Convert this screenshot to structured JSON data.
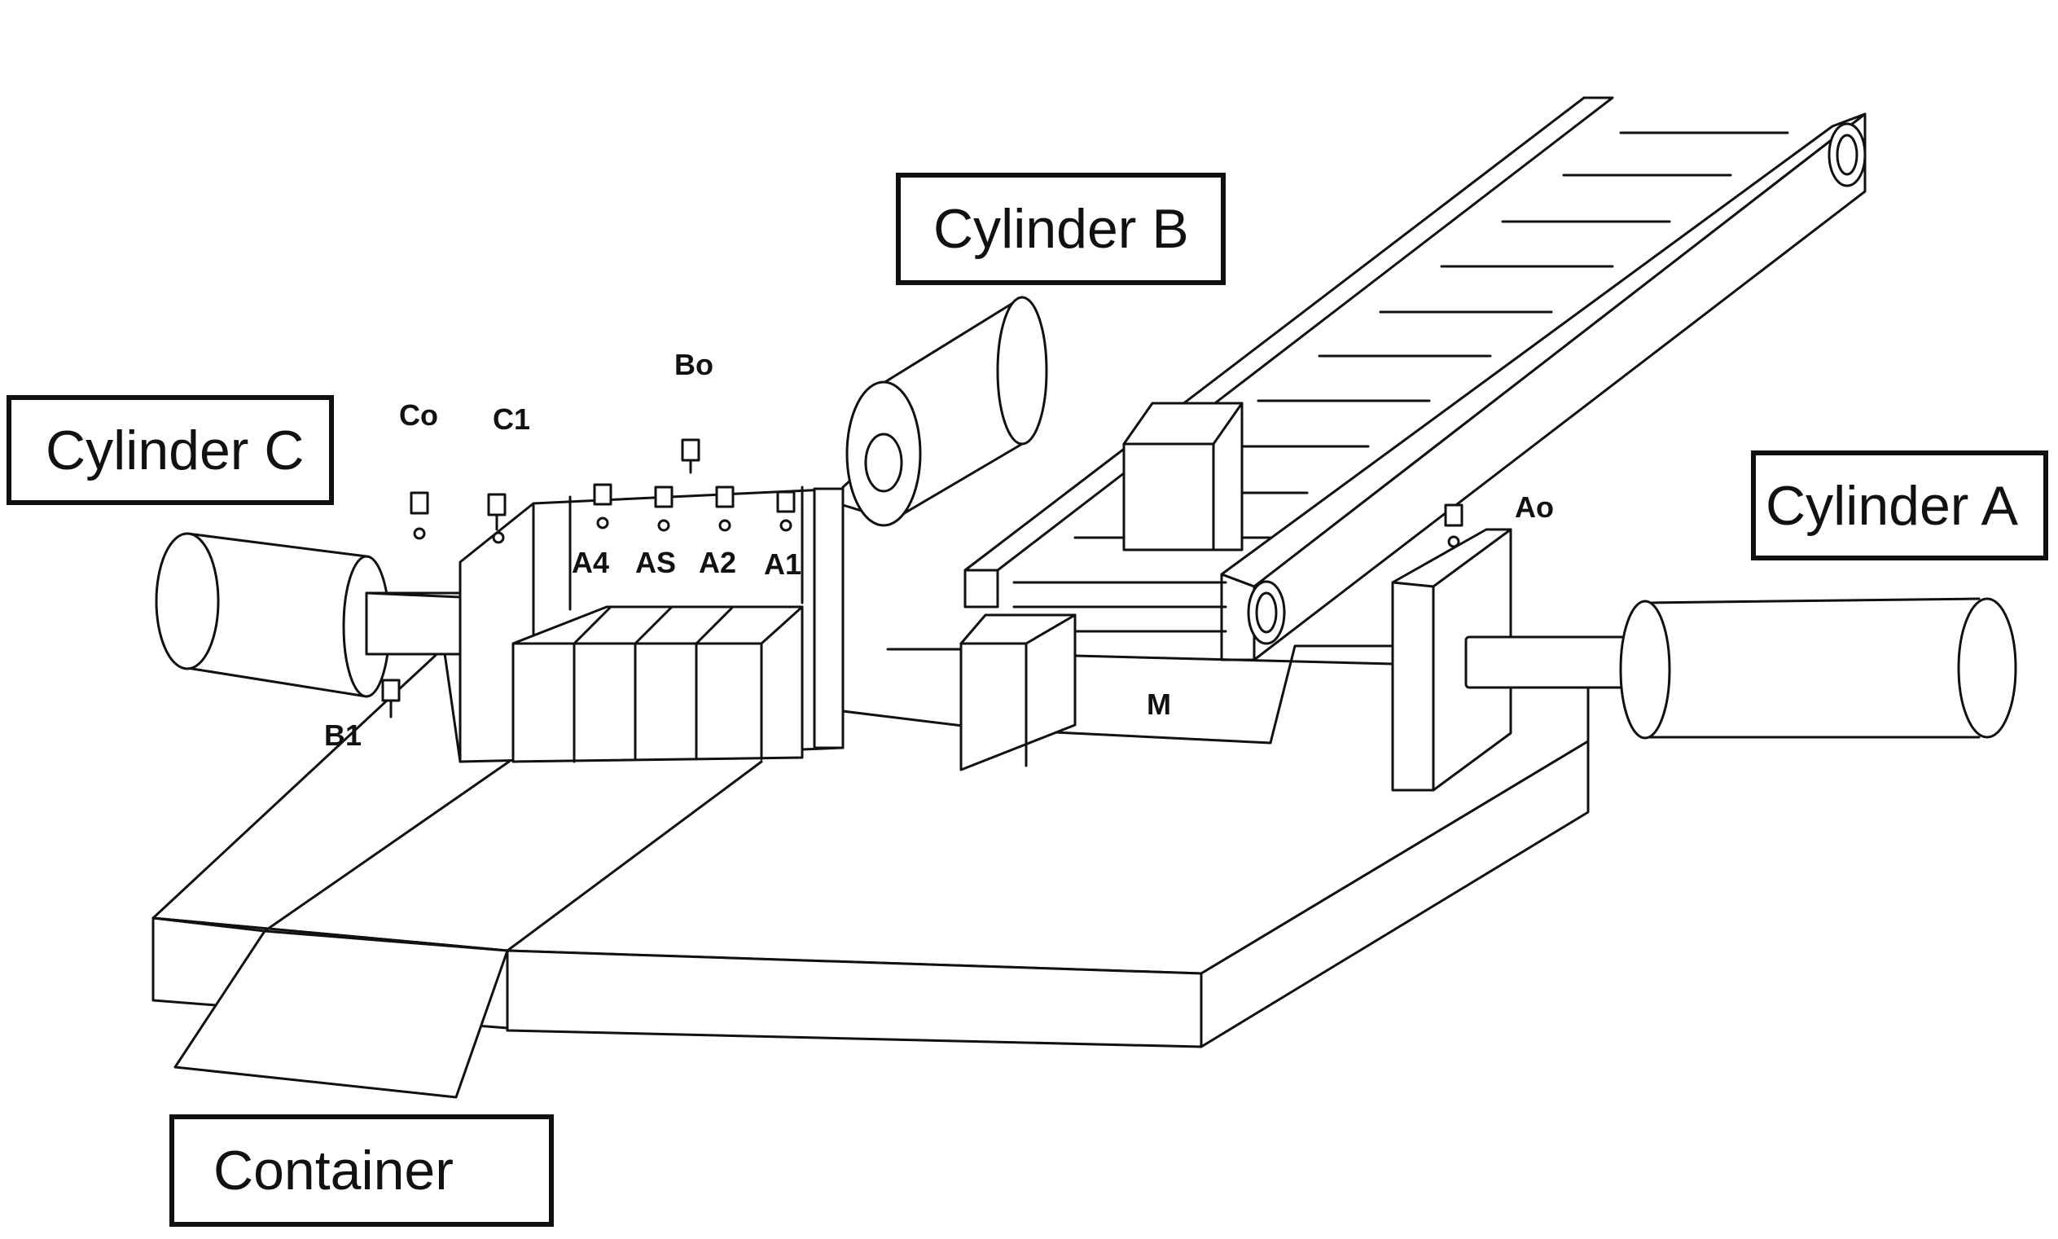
{
  "callouts": {
    "cylinder_a": "Cylinder A",
    "cylinder_b": "Cylinder B",
    "cylinder_c": "Cylinder C",
    "container": "Container"
  },
  "sensors": {
    "a1": "A1",
    "a2": "A2",
    "a3": "AS",
    "a4": "A4",
    "a0": "Ao",
    "b0": "Bo",
    "b1": "B1",
    "c0": "Co",
    "c1": "C1",
    "m": "M"
  },
  "colors": {
    "line": "#111111",
    "background": "#ffffff"
  }
}
